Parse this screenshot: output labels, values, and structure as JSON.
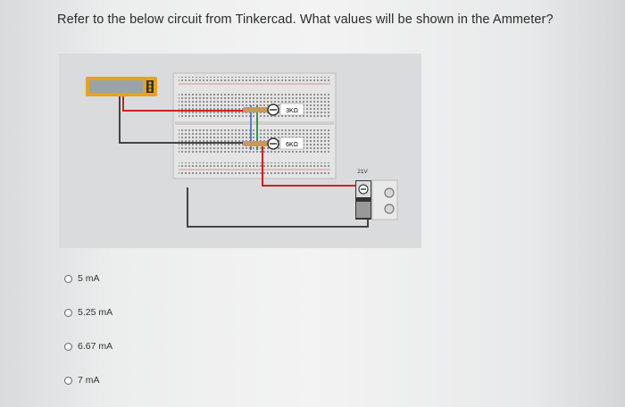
{
  "question": {
    "text": "Refer to the below circuit from Tinkercad. What values will be shown in the Ammeter?"
  },
  "circuit": {
    "resistor_top_label": "3KΩ",
    "resistor_bottom_label": "6KΩ",
    "power_supply_voltage": "21V",
    "colors": {
      "wire_red": "#d22020",
      "wire_black": "#444444",
      "meter_body": "#e8a21c",
      "breadboard": "#e4e4e4"
    }
  },
  "options": [
    {
      "label": "5 mA"
    },
    {
      "label": "5.25 mA"
    },
    {
      "label": "6.67 mA"
    },
    {
      "label": "7 mA"
    }
  ]
}
